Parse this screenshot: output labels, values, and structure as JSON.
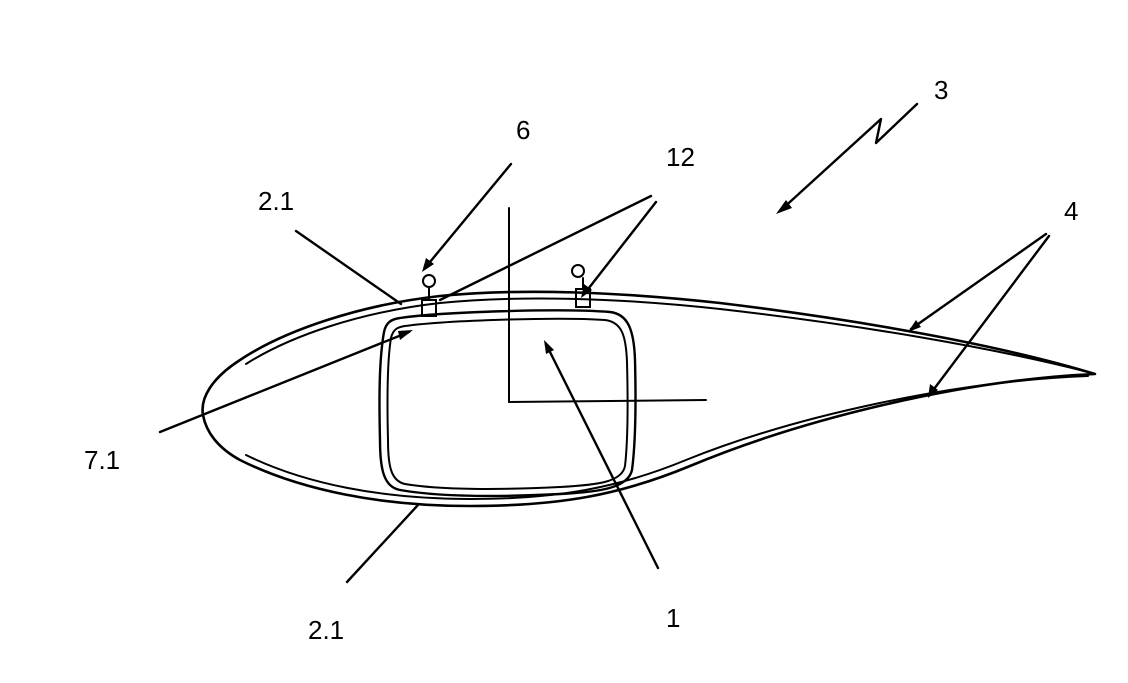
{
  "figure": {
    "labels": {
      "blade": "3",
      "shell_parts": "4",
      "fastener": "6",
      "fixing_elements": "12",
      "flange_top": "2.1",
      "flange_bottom": "2.1",
      "spar_insert": "7.1",
      "box_girder": "1"
    },
    "colors": {
      "ink": "#000000",
      "background": "#ffffff"
    }
  }
}
